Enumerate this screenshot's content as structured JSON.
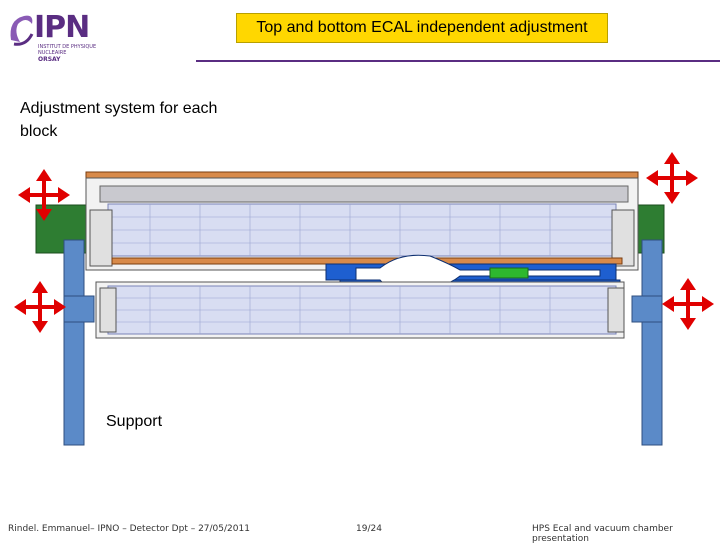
{
  "logo": {
    "text": "IPN",
    "subtitle": "INSTITUT DE PHYSIQUE NUCLEAIRE",
    "location": "ORSAY"
  },
  "title": "Top and bottom ECAL independent adjustment",
  "labels": {
    "adjustment": "Adjustment system for each block",
    "support": "Support"
  },
  "footer": {
    "author": "Rindel. Emmanuel– IPNO – Detector Dpt – 27/05/2011",
    "page": "19/24",
    "presentation": "HPS Ecal and vacuum chamber presentation"
  },
  "colors": {
    "accent": "#5a2d82",
    "title_bg": "#ffd700",
    "arrow": "#e00000",
    "support": "#5b8ac8",
    "frame_green": "#2e7d32",
    "crystal": "#d8ddf2",
    "vacuum": "#1e5fd0"
  }
}
